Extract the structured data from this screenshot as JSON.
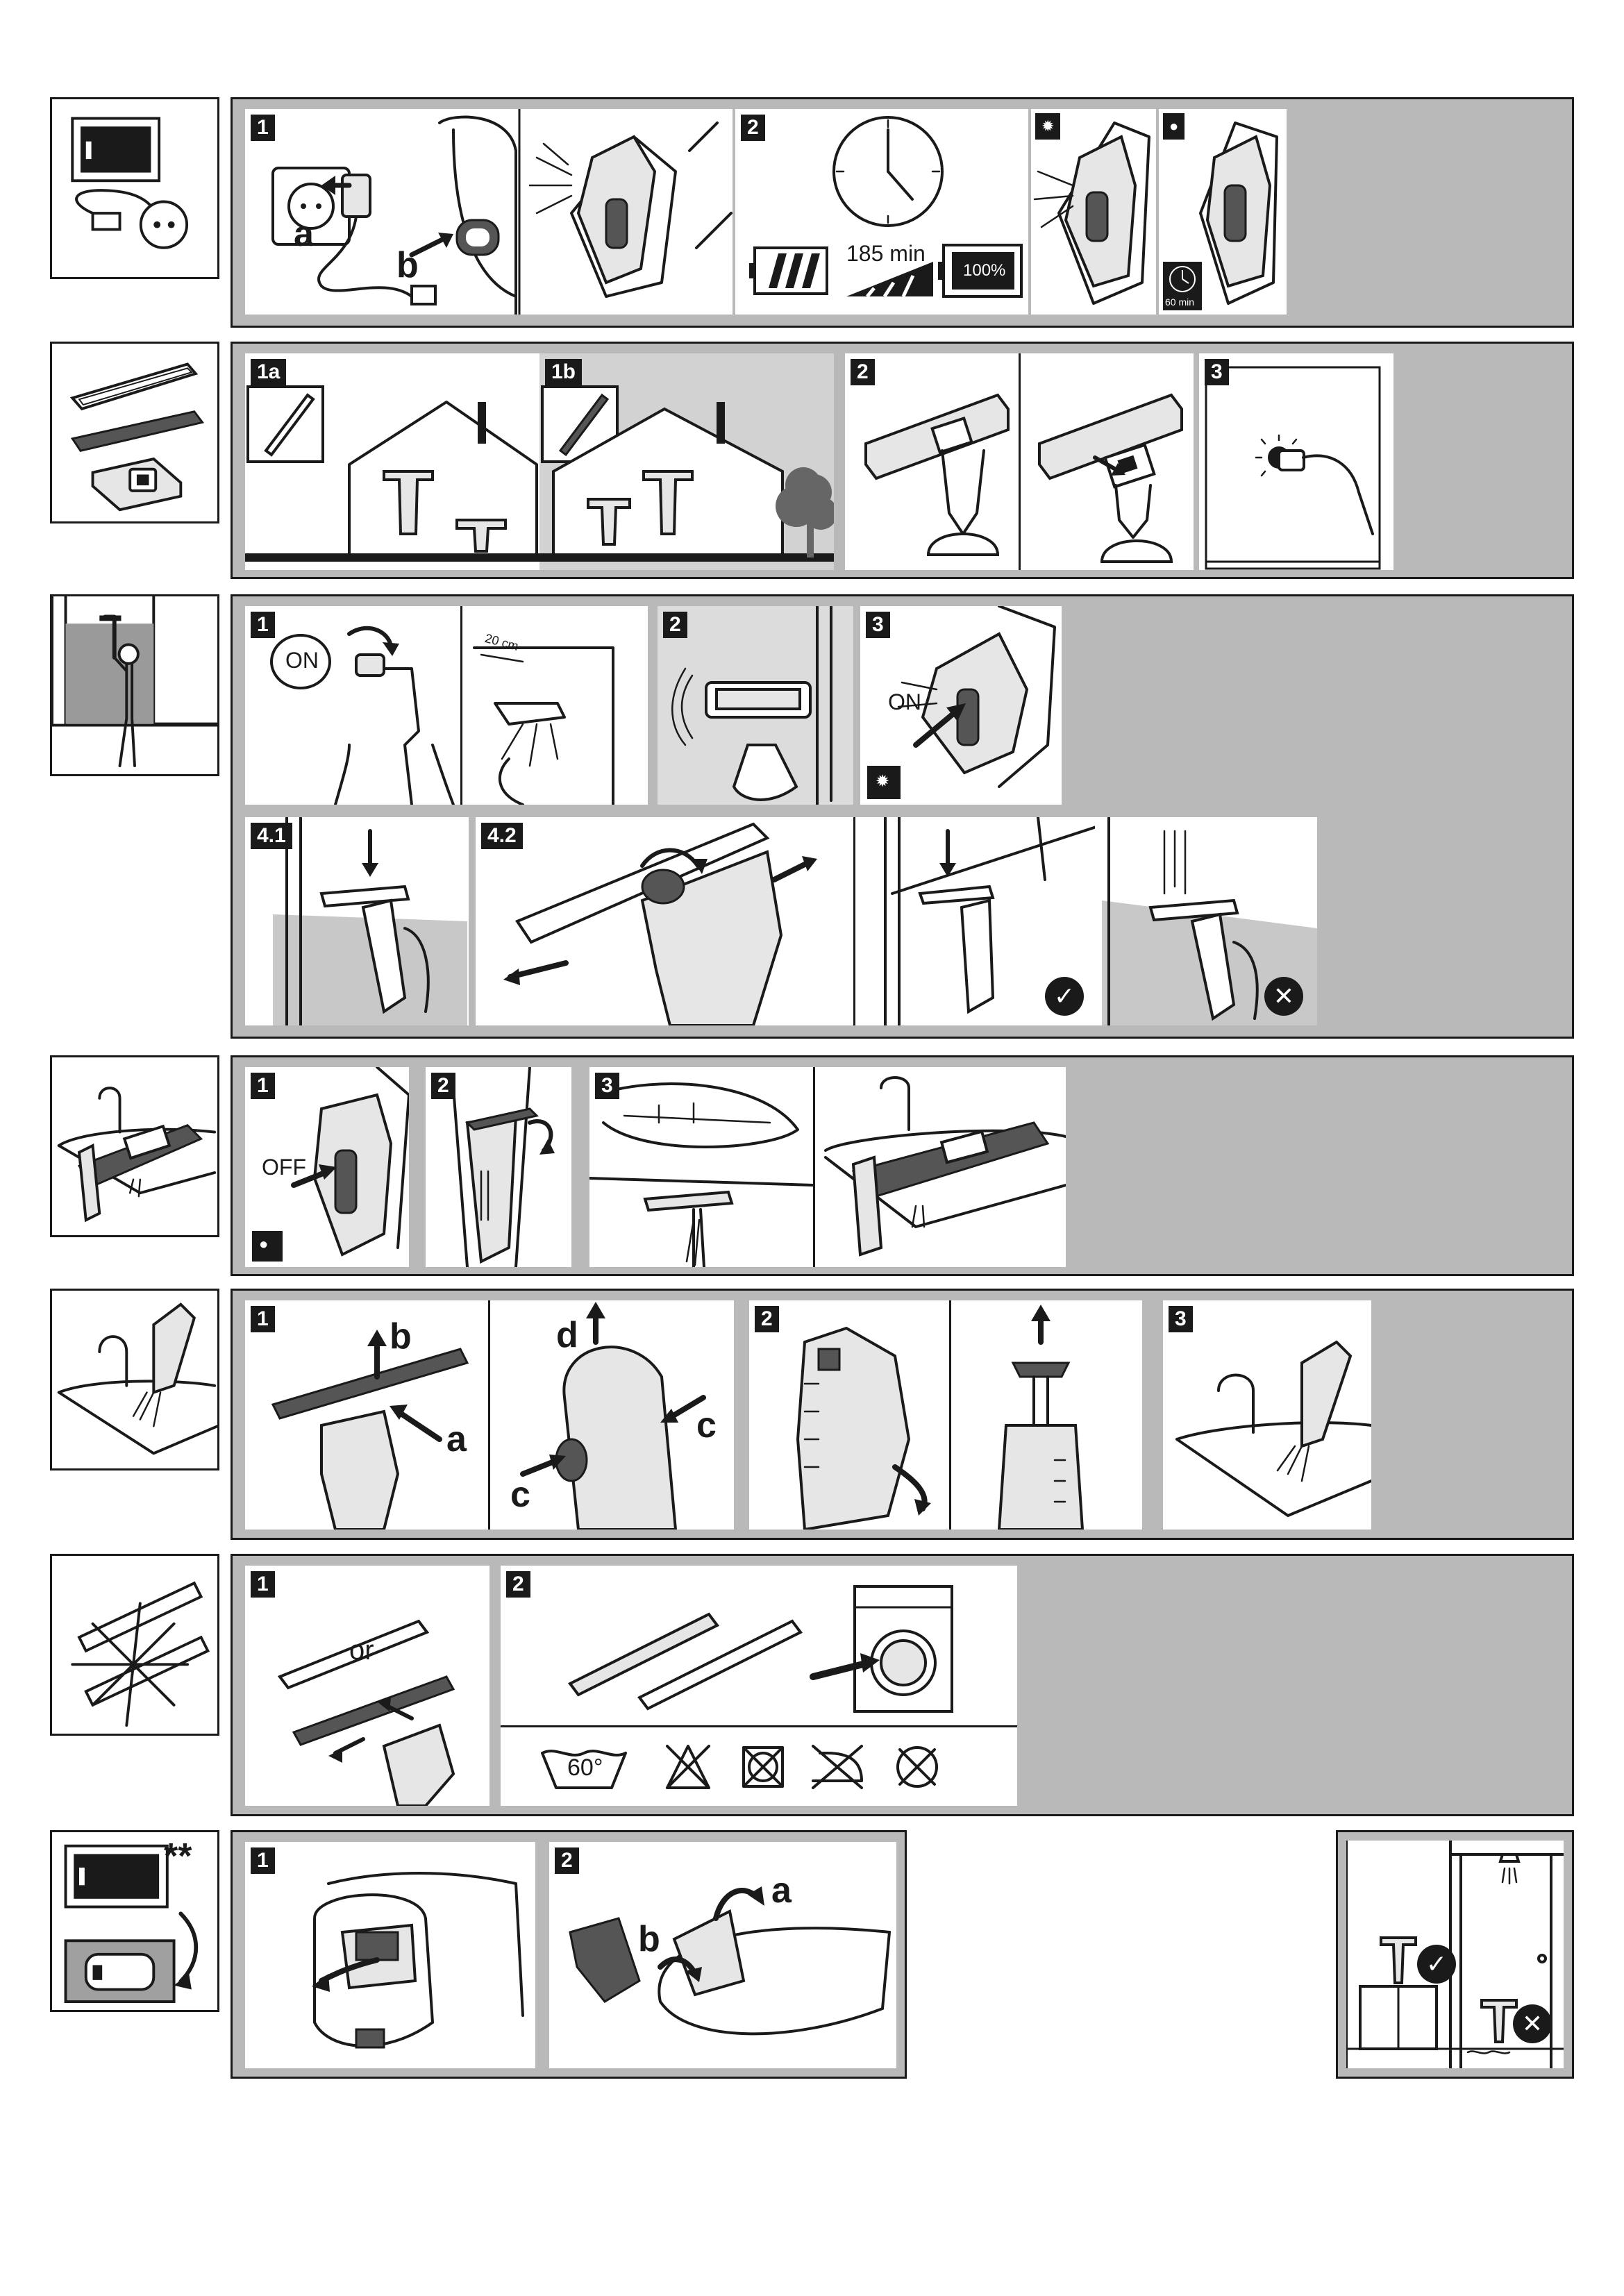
{
  "colors": {
    "band": "#b9b9b9",
    "ink": "#1a1a1a",
    "panel": "#ffffff",
    "mid_gray": "#7a7a7a"
  },
  "sections": {
    "charging": {
      "icon": "battery-charger-icon",
      "steps": {
        "s1": "1",
        "s2": "2"
      },
      "labels": {
        "a": "a",
        "b": "b"
      },
      "charge_time": "185 min",
      "full_label": "100%",
      "indicators": [
        "lamp-flashing-icon",
        "lamp-on-icon"
      ],
      "auto_off": "60 min"
    },
    "pads": {
      "icon": "wiping-pads-icon",
      "steps": {
        "s1a": "1a",
        "s1b": "1b",
        "s2": "2",
        "s3": "3"
      }
    },
    "spraying": {
      "icon": "person-window-icon",
      "steps": {
        "s1": "1",
        "s2": "2",
        "s3": "3",
        "s41": "4.1",
        "s42": "4.2"
      },
      "on_label": "ON",
      "on_label_2": "ON",
      "distance": "20 cm",
      "marks": {
        "ok": "✓",
        "bad": "✕"
      }
    },
    "emptying": {
      "icon": "sink-emptying-icon",
      "steps": {
        "s1": "1",
        "s2": "2",
        "s3": "3"
      },
      "off_label": "OFF"
    },
    "cleaning": {
      "icon": "sink-rinse-icon",
      "steps": {
        "s1": "1",
        "s2": "2",
        "s3": "3"
      },
      "labels": {
        "a": "a",
        "b": "b",
        "c1": "c",
        "c2": "c",
        "d": "d"
      }
    },
    "washing": {
      "icon": "pad-wash-icon",
      "steps": {
        "s1": "1",
        "s2": "2"
      },
      "or_label": "or",
      "wash_temp": "60°",
      "care_symbols": [
        "wash-60-icon",
        "no-bleach-icon",
        "no-tumble-dry-icon",
        "no-iron-icon",
        "no-dry-clean-icon"
      ]
    },
    "battery": {
      "icon": "battery-replace-icon",
      "footnote_marker": "**",
      "steps": {
        "s1": "1",
        "s2": "2"
      },
      "labels": {
        "a": "a",
        "b": "b"
      }
    },
    "storage": {
      "icon": "storage-location-icon",
      "marks": {
        "ok": "✓",
        "bad": "✕"
      }
    }
  }
}
